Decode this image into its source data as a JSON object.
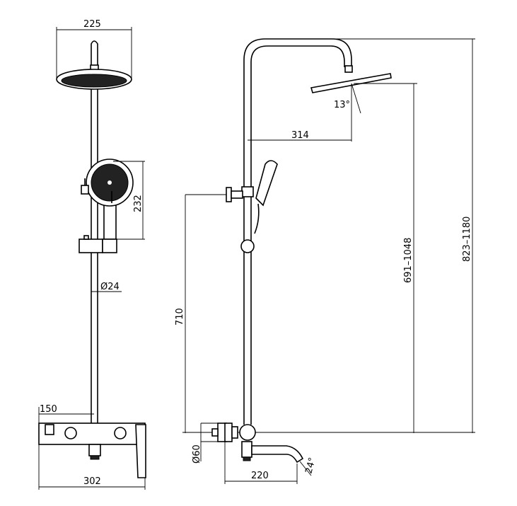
{
  "front_view": {
    "head_width": "225",
    "hand_shower_height": "232",
    "pole_diameter": "Ø24",
    "outlet_offset": "150",
    "mixer_width": "302"
  },
  "side_view": {
    "arm_reach": "314",
    "head_angle": "13°",
    "bracket_height": "710",
    "head_height_range": "691–1048",
    "overall_height_range": "823–1180",
    "inlet_diameter": "Ø60",
    "spout_reach": "220",
    "spout_angle": "24°"
  }
}
